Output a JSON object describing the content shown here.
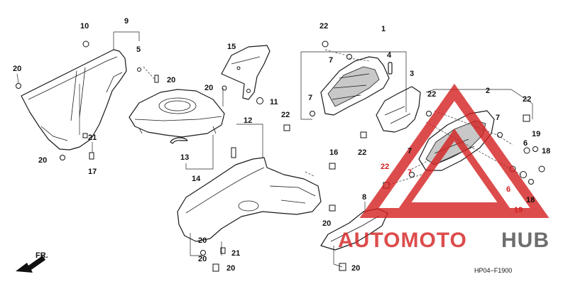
{
  "diagram_code": "HP04−F1900",
  "direction_label": "FR.",
  "colors": {
    "watermark_red": "#d42020",
    "watermark_grey": "#4a4a4a",
    "line": "#1a1a1a"
  },
  "watermark": {
    "brand_a": "AUTOMOTO",
    "brand_b": "HUB"
  },
  "callouts": [
    {
      "id": "c1",
      "label": "1"
    },
    {
      "id": "c2",
      "label": "2"
    },
    {
      "id": "c3",
      "label": "3"
    },
    {
      "id": "c4",
      "label": "4"
    },
    {
      "id": "c5",
      "label": "5"
    },
    {
      "id": "c6a",
      "label": "6"
    },
    {
      "id": "c6b",
      "label": "6"
    },
    {
      "id": "c7a",
      "label": "7"
    },
    {
      "id": "c7b",
      "label": "7"
    },
    {
      "id": "c7c",
      "label": "7"
    },
    {
      "id": "c7d",
      "label": "7"
    },
    {
      "id": "c7e",
      "label": "7"
    },
    {
      "id": "c8",
      "label": "8"
    },
    {
      "id": "c9",
      "label": "9"
    },
    {
      "id": "c10",
      "label": "10"
    },
    {
      "id": "c11",
      "label": "11"
    },
    {
      "id": "c12",
      "label": "12"
    },
    {
      "id": "c13",
      "label": "13"
    },
    {
      "id": "c14",
      "label": "14"
    },
    {
      "id": "c15",
      "label": "15"
    },
    {
      "id": "c16",
      "label": "16"
    },
    {
      "id": "c17",
      "label": "17"
    },
    {
      "id": "c18a",
      "label": "18"
    },
    {
      "id": "c18b",
      "label": "18"
    },
    {
      "id": "c19a",
      "label": "19"
    },
    {
      "id": "c19b",
      "label": "19"
    },
    {
      "id": "c20a",
      "label": "20"
    },
    {
      "id": "c20b",
      "label": "20"
    },
    {
      "id": "c20c",
      "label": "20"
    },
    {
      "id": "c20d",
      "label": "20"
    },
    {
      "id": "c20e",
      "label": "20"
    },
    {
      "id": "c20f",
      "label": "20"
    },
    {
      "id": "c20g",
      "label": "20"
    },
    {
      "id": "c20h",
      "label": "20"
    },
    {
      "id": "c20i",
      "label": "20"
    },
    {
      "id": "c21a",
      "label": "21"
    },
    {
      "id": "c21b",
      "label": "21"
    },
    {
      "id": "c22a",
      "label": "22"
    },
    {
      "id": "c22b",
      "label": "22"
    },
    {
      "id": "c22c",
      "label": "22"
    },
    {
      "id": "c22d",
      "label": "22"
    },
    {
      "id": "c22e",
      "label": "22"
    },
    {
      "id": "c22f",
      "label": "22"
    }
  ]
}
